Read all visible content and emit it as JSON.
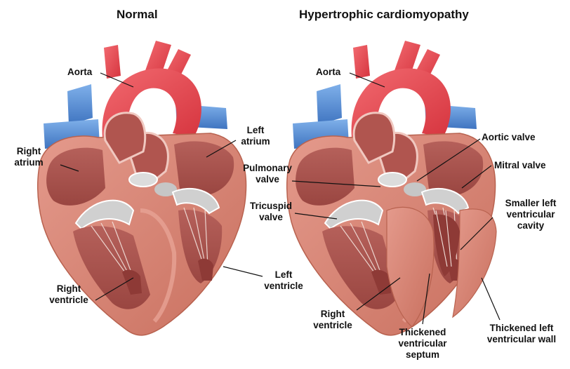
{
  "titles": {
    "normal": "Normal",
    "hcm": "Hypertrophic cardiomyopathy"
  },
  "normal_labels": {
    "aorta": "Aorta",
    "left_atrium": [
      "Left",
      "atrium"
    ],
    "right_atrium": [
      "Right",
      "atrium"
    ],
    "right_ventricle": [
      "Right",
      "ventricle"
    ],
    "left_ventricle": [
      "Left",
      "ventricle"
    ]
  },
  "hcm_labels": {
    "aorta": "Aorta",
    "aortic_valve": "Aortic valve",
    "mitral_valve": "Mitral valve",
    "pulmonary_valve": [
      "Pulmonary",
      "valve"
    ],
    "tricuspid_valve": [
      "Tricuspid",
      "valve"
    ],
    "smaller_lv_cavity": [
      "Smaller left",
      "ventricular",
      "cavity"
    ],
    "right_ventricle": [
      "Right",
      "ventricle"
    ],
    "thickened_septum": [
      "Thickened",
      "ventricular",
      "septum"
    ],
    "thickened_lv_wall": [
      "Thickened left",
      "ventricular wall"
    ]
  },
  "colors": {
    "artery_red": "#e8464f",
    "vein_blue": "#5a8fd6",
    "myocardium": "#d98577",
    "chamber": "#b25a52",
    "cavity_dark": "#8e3a36",
    "valve_grey": "#c9c9c9"
  }
}
